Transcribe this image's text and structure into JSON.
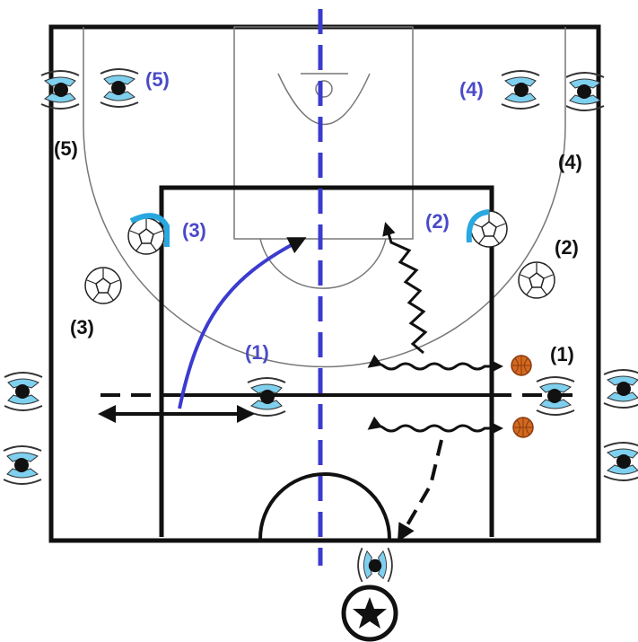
{
  "colors": {
    "court_line": "#111111",
    "team_blue": "#4a4ac8",
    "player_accent": "#7fd0ee",
    "player_head": "#111111",
    "ball": "#d2691e",
    "ball_dark": "#8a3a10",
    "midline": "#3b3bd0",
    "background": "#ffffff"
  },
  "labels": {
    "blue": {
      "p1": "(1)",
      "p2": "(2)",
      "p3": "(3)",
      "p4": "(4)",
      "p5": "(5)"
    },
    "black": {
      "p1": "(1)",
      "p2": "(2)",
      "p3": "(3)",
      "p4": "(4)",
      "p5": "(5)"
    }
  },
  "icons": {
    "player": "player-top-view-icon",
    "ball": "basketball-icon",
    "coach": "star-icon"
  }
}
